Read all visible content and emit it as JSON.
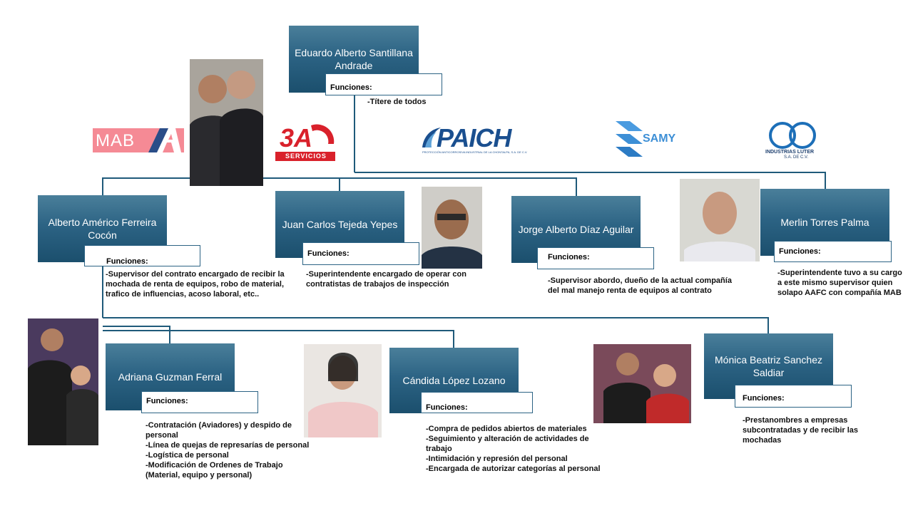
{
  "root": {
    "name": "Eduardo Alberto Santillana Andrade",
    "funciones_label": "Funciones:",
    "duties": [
      "-Títere de todos"
    ]
  },
  "logos": {
    "mab": "MAB",
    "tres_a_main": "3A",
    "tres_a_sub": "SERVICIOS",
    "paich": "PAICH",
    "paich_sub": "PROTECCIÓN ANTICORROSIVA INDUSTRIAL DE LA CHONTALPA, S.A. DE C.V.",
    "samy": "SAMY",
    "luter_main": "INDUSTRIAS LUTER",
    "luter_sub": "S.A. DE C.V."
  },
  "level1": [
    {
      "name": "Alberto Américo Ferreira Cocón",
      "funciones_label": "Funciones:",
      "duties": [
        "-Supervisor del contrato encargado de recibir la",
        "mochada de renta de equipos, robo de material,",
        "trafico de influencias, acoso laboral, etc.."
      ]
    },
    {
      "name": "Juan Carlos Tejeda Yepes",
      "funciones_label": "Funciones:",
      "duties": [
        "-Superintendente encargado de operar con",
        "contratistas de trabajos de inspección"
      ]
    },
    {
      "name": "Jorge Alberto Díaz Aguilar",
      "funciones_label": "Funciones:",
      "duties": [
        "-Supervisor abordo, dueño de la actual compañía",
        "del mal manejo renta de equipos al contrato"
      ]
    },
    {
      "name": "Merlin Torres Palma",
      "funciones_label": "Funciones:",
      "duties": [
        "-Superintendente tuvo a su cargo",
        "a este mismo supervisor quien",
        "solapo AAFC con compañía MAB"
      ]
    }
  ],
  "level2": [
    {
      "name": "Adriana Guzman Ferral",
      "funciones_label": "Funciones:",
      "duties": [
        "-Contratación (Aviadores) y despido de",
        "personal",
        "-Línea de quejas de represarías de personal",
        "-Logística de personal",
        "-Modificación de Ordenes de Trabajo",
        "(Material, equipo y personal)"
      ]
    },
    {
      "name": "Cándida López Lozano",
      "funciones_label": "Funciones:",
      "duties": [
        "-Compra de pedidos abiertos de materiales",
        "-Seguimiento y alteración de actividades de",
        "trabajo",
        "-Intimidación y represión del personal",
        "-Encargada de autorizar categorías al personal"
      ]
    },
    {
      "name": "Mónica Beatriz Sanchez Saldiar",
      "funciones_label": "Funciones:",
      "duties": [
        "-Prestanombres a empresas",
        "subcontratadas y de recibir las",
        "mochadas"
      ]
    }
  ],
  "colors": {
    "box_top": "#4a7f9a",
    "box_bottom": "#1b4f6d",
    "line": "#1f5a7a",
    "mab_pink": "#f06a7a",
    "tres_a_red": "#d9212b",
    "paich_blue": "#1a4f8f",
    "samy_blue": "#3d8fd6",
    "luter_blue": "#1d6fb8"
  }
}
